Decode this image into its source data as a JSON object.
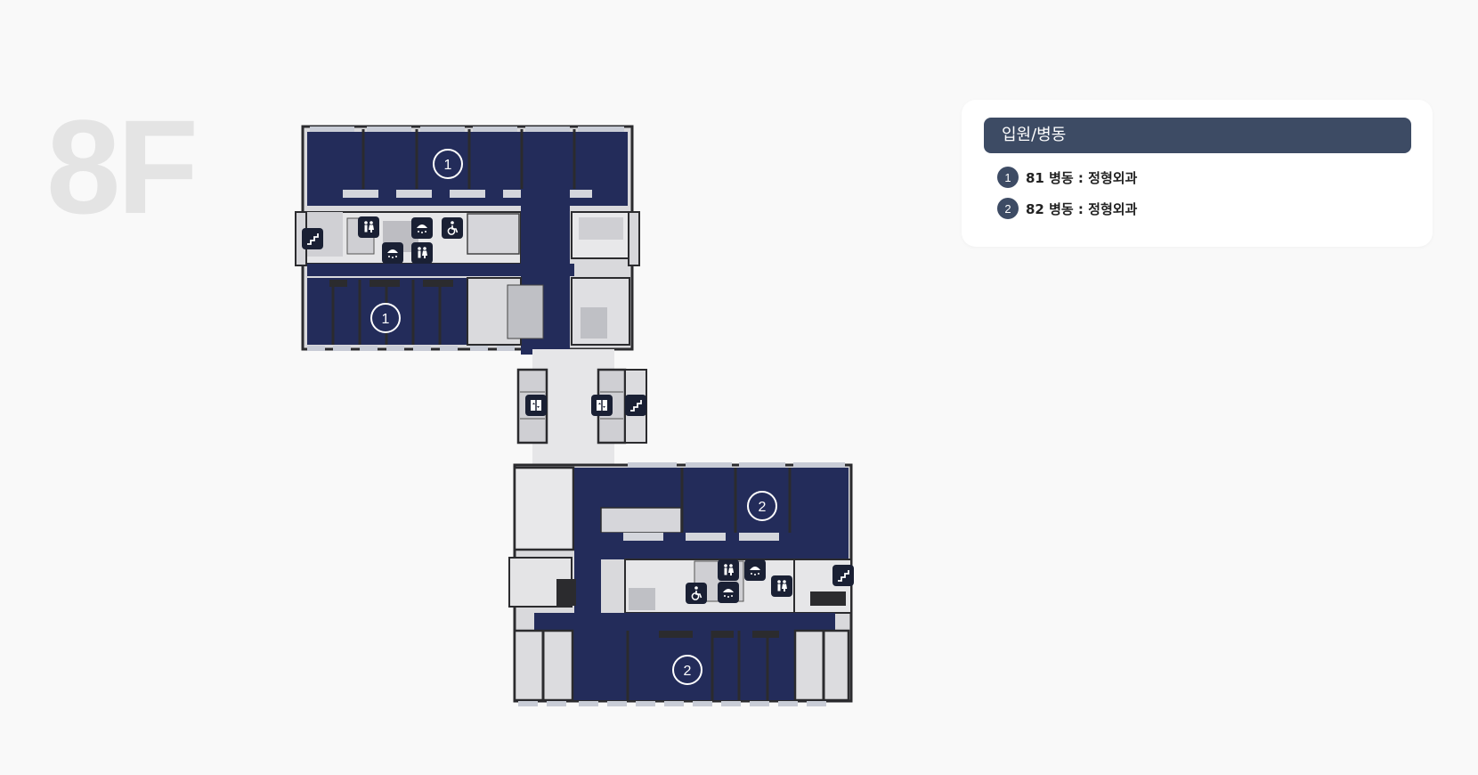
{
  "floor": {
    "label": "8F"
  },
  "legend": {
    "title": "입원/병동",
    "items": [
      {
        "number": "1",
        "text": "81 병동 : 정형외과"
      },
      {
        "number": "2",
        "text": "82 병동 : 정형외과"
      }
    ]
  },
  "map": {
    "ward_markers": [
      {
        "label": "1",
        "ward": "81"
      },
      {
        "label": "1",
        "ward": "81"
      },
      {
        "label": "2",
        "ward": "82"
      },
      {
        "label": "2",
        "ward": "82"
      }
    ],
    "facility_icons": [
      "stairs-icon",
      "restroom-icon",
      "shower-icon",
      "accessible-icon",
      "elevator-icon"
    ]
  },
  "colors": {
    "ward_fill": "#232c5a",
    "wall": "#2b2b2e",
    "floor": "#e2e2e4",
    "icon_bg": "#1a2034",
    "legend_accent": "#3d4b64",
    "floor_label": "#e4e4e4",
    "background": "#f9f9f9"
  }
}
